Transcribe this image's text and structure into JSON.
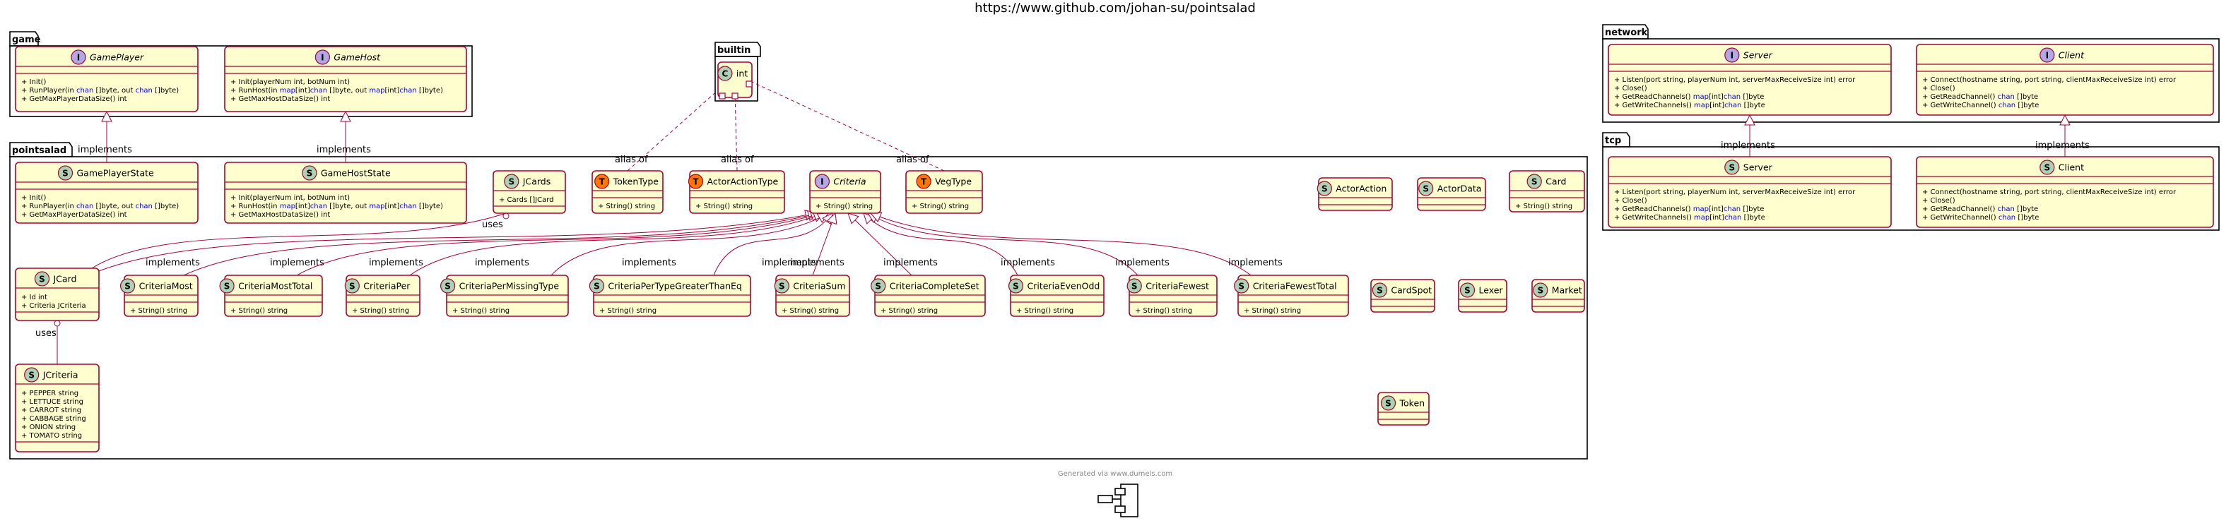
{
  "title": "https://www.github.com/johan-su/pointsalad",
  "footer": "Generated via www.dumels.com",
  "colors": {
    "border": "#A80036",
    "fill": "#FEFECE",
    "pkg_border": "#000000",
    "stereo_S": "#ADD1B2",
    "stereo_I": "#B4A7E5",
    "stereo_T": "#FF7700",
    "stereo_C": "#ADD1B2",
    "type_blue": "#0000FF",
    "edge": "#A80036"
  },
  "packages": [
    {
      "id": "game",
      "name": "game"
    },
    {
      "id": "builtin",
      "name": "builtin"
    },
    {
      "id": "network",
      "name": "network"
    },
    {
      "id": "pointsalad",
      "name": "pointsalad"
    },
    {
      "id": "tcp",
      "name": "tcp"
    }
  ],
  "classes": [
    {
      "id": "GamePlayer",
      "stereo": "I",
      "name": "GamePlayer",
      "abstract": true,
      "fields": [],
      "methods": [
        [
          {
            "t": "+ Init()"
          }
        ],
        [
          {
            "t": "+ RunPlayer(in "
          },
          {
            "t": "chan",
            "c": "blue"
          },
          {
            "t": " []byte, out "
          },
          {
            "t": "chan",
            "c": "blue"
          },
          {
            "t": " []byte)"
          }
        ],
        [
          {
            "t": "+ GetMaxPlayerDataSize() int"
          }
        ]
      ]
    },
    {
      "id": "GameHost",
      "stereo": "I",
      "name": "GameHost",
      "abstract": true,
      "fields": [],
      "methods": [
        [
          {
            "t": "+ Init(playerNum int, botNum int)"
          }
        ],
        [
          {
            "t": "+ RunHost(in "
          },
          {
            "t": "map",
            "c": "blue"
          },
          {
            "t": "[int]"
          },
          {
            "t": "chan",
            "c": "blue"
          },
          {
            "t": " []byte, out "
          },
          {
            "t": "map",
            "c": "blue"
          },
          {
            "t": "[int]"
          },
          {
            "t": "chan",
            "c": "blue"
          },
          {
            "t": " []byte)"
          }
        ],
        [
          {
            "t": "+ GetMaxHostDataSize() int"
          }
        ]
      ]
    },
    {
      "id": "int",
      "stereo": "C",
      "name": "int",
      "abstract": false,
      "fields": [],
      "methods": []
    },
    {
      "id": "Server",
      "stereo": "I",
      "name": "Server",
      "abstract": true,
      "fields": [],
      "methods": [
        [
          {
            "t": "+ Listen(port string, playerNum int, serverMaxReceiveSize int) error"
          }
        ],
        [
          {
            "t": "+ Close()"
          }
        ],
        [
          {
            "t": "+ GetReadChannels() "
          },
          {
            "t": "map",
            "c": "blue"
          },
          {
            "t": "[int]"
          },
          {
            "t": "chan",
            "c": "blue"
          },
          {
            "t": " []byte"
          }
        ],
        [
          {
            "t": "+ GetWriteChannels() "
          },
          {
            "t": "map",
            "c": "blue"
          },
          {
            "t": "[int]"
          },
          {
            "t": "chan",
            "c": "blue"
          },
          {
            "t": " []byte"
          }
        ]
      ]
    },
    {
      "id": "Client",
      "stereo": "I",
      "name": "Client",
      "abstract": true,
      "fields": [],
      "methods": [
        [
          {
            "t": "+ Connect(hostname string, port string, clientMaxReceiveSize int) error"
          }
        ],
        [
          {
            "t": "+ Close()"
          }
        ],
        [
          {
            "t": "+ GetReadChannel() "
          },
          {
            "t": "chan",
            "c": "blue"
          },
          {
            "t": " []byte"
          }
        ],
        [
          {
            "t": "+ GetWriteChannel() "
          },
          {
            "t": "chan",
            "c": "blue"
          },
          {
            "t": " []byte"
          }
        ]
      ]
    },
    {
      "id": "GamePlayerState",
      "stereo": "S",
      "name": "GamePlayerState",
      "abstract": false,
      "fields": [],
      "methods": [
        [
          {
            "t": "+ Init()"
          }
        ],
        [
          {
            "t": "+ RunPlayer(in "
          },
          {
            "t": "chan",
            "c": "blue"
          },
          {
            "t": " []byte, out "
          },
          {
            "t": "chan",
            "c": "blue"
          },
          {
            "t": " []byte)"
          }
        ],
        [
          {
            "t": "+ GetMaxPlayerDataSize() int"
          }
        ]
      ]
    },
    {
      "id": "GameHostState",
      "stereo": "S",
      "name": "GameHostState",
      "abstract": false,
      "fields": [],
      "methods": [
        [
          {
            "t": "+ Init(playerNum int, botNum int)"
          }
        ],
        [
          {
            "t": "+ RunHost(in "
          },
          {
            "t": "map",
            "c": "blue"
          },
          {
            "t": "[int]"
          },
          {
            "t": "chan",
            "c": "blue"
          },
          {
            "t": " []byte, out "
          },
          {
            "t": "map",
            "c": "blue"
          },
          {
            "t": "[int]"
          },
          {
            "t": "chan",
            "c": "blue"
          },
          {
            "t": " []byte)"
          }
        ],
        [
          {
            "t": "+ GetMaxHostDataSize() int"
          }
        ]
      ]
    },
    {
      "id": "JCards",
      "stereo": "S",
      "name": "JCards",
      "abstract": false,
      "fields": [
        [
          {
            "t": "+ Cards []JCard"
          }
        ]
      ],
      "methods": []
    },
    {
      "id": "TokenType",
      "stereo": "T",
      "name": "TokenType",
      "abstract": false,
      "fields": [],
      "methods": [
        [
          {
            "t": "+ String() string"
          }
        ]
      ]
    },
    {
      "id": "ActorActionType",
      "stereo": "T",
      "name": "ActorActionType",
      "abstract": false,
      "fields": [],
      "methods": [
        [
          {
            "t": "+ String() string"
          }
        ]
      ]
    },
    {
      "id": "Criteria",
      "stereo": "I",
      "name": "Criteria",
      "abstract": true,
      "fields": [],
      "methods": [
        [
          {
            "t": "+ String() string"
          }
        ]
      ]
    },
    {
      "id": "VegType",
      "stereo": "T",
      "name": "VegType",
      "abstract": false,
      "fields": [],
      "methods": [
        [
          {
            "t": "+ String() string"
          }
        ]
      ]
    },
    {
      "id": "ActorAction",
      "stereo": "S",
      "name": "ActorAction",
      "abstract": false,
      "fields": [],
      "methods": []
    },
    {
      "id": "ActorData",
      "stereo": "S",
      "name": "ActorData",
      "abstract": false,
      "fields": [],
      "methods": []
    },
    {
      "id": "Card",
      "stereo": "S",
      "name": "Card",
      "abstract": false,
      "fields": [],
      "methods": [
        [
          {
            "t": "+ String() string"
          }
        ]
      ]
    },
    {
      "id": "JCard",
      "stereo": "S",
      "name": "JCard",
      "abstract": false,
      "fields": [
        [
          {
            "t": "+ Id int"
          }
        ],
        [
          {
            "t": "+ Criteria JCriteria"
          }
        ]
      ],
      "methods": []
    },
    {
      "id": "CriteriaMost",
      "stereo": "S",
      "name": "CriteriaMost",
      "abstract": false,
      "fields": [],
      "methods": [
        [
          {
            "t": "+ String() string"
          }
        ]
      ]
    },
    {
      "id": "CriteriaMostTotal",
      "stereo": "S",
      "name": "CriteriaMostTotal",
      "abstract": false,
      "fields": [],
      "methods": [
        [
          {
            "t": "+ String() string"
          }
        ]
      ]
    },
    {
      "id": "CriteriaPer",
      "stereo": "S",
      "name": "CriteriaPer",
      "abstract": false,
      "fields": [],
      "methods": [
        [
          {
            "t": "+ String() string"
          }
        ]
      ]
    },
    {
      "id": "CriteriaPerMissingType",
      "stereo": "S",
      "name": "CriteriaPerMissingType",
      "abstract": false,
      "fields": [],
      "methods": [
        [
          {
            "t": "+ String() string"
          }
        ]
      ]
    },
    {
      "id": "CriteriaPerTypeGreaterThanEq",
      "stereo": "S",
      "name": "CriteriaPerTypeGreaterThanEq",
      "abstract": false,
      "fields": [],
      "methods": [
        [
          {
            "t": "+ String() string"
          }
        ]
      ]
    },
    {
      "id": "CriteriaSum",
      "stereo": "S",
      "name": "CriteriaSum",
      "abstract": false,
      "fields": [],
      "methods": [
        [
          {
            "t": "+ String() string"
          }
        ]
      ]
    },
    {
      "id": "CriteriaCompleteSet",
      "stereo": "S",
      "name": "CriteriaCompleteSet",
      "abstract": false,
      "fields": [],
      "methods": [
        [
          {
            "t": "+ String() string"
          }
        ]
      ]
    },
    {
      "id": "CriteriaEvenOdd",
      "stereo": "S",
      "name": "CriteriaEvenOdd",
      "abstract": false,
      "fields": [],
      "methods": [
        [
          {
            "t": "+ String() string"
          }
        ]
      ]
    },
    {
      "id": "CriteriaFewest",
      "stereo": "S",
      "name": "CriteriaFewest",
      "abstract": false,
      "fields": [],
      "methods": [
        [
          {
            "t": "+ String() string"
          }
        ]
      ]
    },
    {
      "id": "CriteriaFewestTotal",
      "stereo": "S",
      "name": "CriteriaFewestTotal",
      "abstract": false,
      "fields": [],
      "methods": [
        [
          {
            "t": "+ String() string"
          }
        ]
      ]
    },
    {
      "id": "CardSpot",
      "stereo": "S",
      "name": "CardSpot",
      "abstract": false,
      "fields": [],
      "methods": []
    },
    {
      "id": "Lexer",
      "stereo": "S",
      "name": "Lexer",
      "abstract": false,
      "fields": [],
      "methods": []
    },
    {
      "id": "Market",
      "stereo": "S",
      "name": "Market",
      "abstract": false,
      "fields": [],
      "methods": []
    },
    {
      "id": "JCriteria",
      "stereo": "S",
      "name": "JCriteria",
      "abstract": false,
      "fields": [
        [
          {
            "t": "+ PEPPER string"
          }
        ],
        [
          {
            "t": "+ LETTUCE string"
          }
        ],
        [
          {
            "t": "+ CARROT string"
          }
        ],
        [
          {
            "t": "+ CABBAGE string"
          }
        ],
        [
          {
            "t": "+ ONION string"
          }
        ],
        [
          {
            "t": "+ TOMATO string"
          }
        ]
      ],
      "methods": []
    },
    {
      "id": "Token",
      "stereo": "S",
      "name": "Token",
      "abstract": false,
      "fields": [],
      "methods": []
    },
    {
      "id": "ServerImpl",
      "stereo": "S",
      "name": "Server",
      "abstract": false,
      "fields": [],
      "methods": [
        [
          {
            "t": "+ Listen(port string, playerNum int, serverMaxReceiveSize int) error"
          }
        ],
        [
          {
            "t": "+ Close()"
          }
        ],
        [
          {
            "t": "+ GetReadChannels() "
          },
          {
            "t": "map",
            "c": "blue"
          },
          {
            "t": "[int]"
          },
          {
            "t": "chan",
            "c": "blue"
          },
          {
            "t": " []byte"
          }
        ],
        [
          {
            "t": "+ GetWriteChannels() "
          },
          {
            "t": "map",
            "c": "blue"
          },
          {
            "t": "[int]"
          },
          {
            "t": "chan",
            "c": "blue"
          },
          {
            "t": " []byte"
          }
        ]
      ]
    },
    {
      "id": "ClientImpl",
      "stereo": "S",
      "name": "Client",
      "abstract": false,
      "fields": [],
      "methods": [
        [
          {
            "t": "+ Connect(hostname string, port string, clientMaxReceiveSize int) error"
          }
        ],
        [
          {
            "t": "+ Close()"
          }
        ],
        [
          {
            "t": "+ GetReadChannel() "
          },
          {
            "t": "chan",
            "c": "blue"
          },
          {
            "t": " []byte"
          }
        ],
        [
          {
            "t": "+ GetWriteChannel() "
          },
          {
            "t": "chan",
            "c": "blue"
          },
          {
            "t": " []byte"
          }
        ]
      ]
    }
  ],
  "edges": [
    {
      "from": "GamePlayerState",
      "to": "GamePlayer",
      "kind": "implements",
      "label": "implements"
    },
    {
      "from": "GameHostState",
      "to": "GameHost",
      "kind": "implements",
      "label": "implements"
    },
    {
      "from": "ServerImpl",
      "to": "Server",
      "kind": "implements",
      "label": "implements"
    },
    {
      "from": "ClientImpl",
      "to": "Client",
      "kind": "implements",
      "label": "implements"
    },
    {
      "from": "TokenType",
      "to": "int",
      "kind": "alias",
      "label": "alias of"
    },
    {
      "from": "ActorActionType",
      "to": "int",
      "kind": "alias",
      "label": "alias of"
    },
    {
      "from": "VegType",
      "to": "int",
      "kind": "alias",
      "label": "alias of"
    },
    {
      "from": "JCard",
      "to": "JCards",
      "kind": "uses",
      "label": "uses"
    },
    {
      "from": "JCriteria",
      "to": "JCard",
      "kind": "uses",
      "label": "uses"
    },
    {
      "from": "JCard",
      "to": "Criteria",
      "kind": "implements",
      "label": "implements"
    },
    {
      "from": "CriteriaMost",
      "to": "Criteria",
      "kind": "implements",
      "label": "implements"
    },
    {
      "from": "CriteriaMostTotal",
      "to": "Criteria",
      "kind": "implements",
      "label": "implements"
    },
    {
      "from": "CriteriaPer",
      "to": "Criteria",
      "kind": "implements",
      "label": "implements"
    },
    {
      "from": "CriteriaPerMissingType",
      "to": "Criteria",
      "kind": "implements",
      "label": "implements"
    },
    {
      "from": "CriteriaPerTypeGreaterThanEq",
      "to": "Criteria",
      "kind": "implements",
      "label": "implements"
    },
    {
      "from": "CriteriaSum",
      "to": "Criteria",
      "kind": "implements",
      "label": "implements"
    },
    {
      "from": "CriteriaCompleteSet",
      "to": "Criteria",
      "kind": "implements",
      "label": "implements"
    },
    {
      "from": "CriteriaEvenOdd",
      "to": "Criteria",
      "kind": "implements",
      "label": "implements"
    },
    {
      "from": "CriteriaFewest",
      "to": "Criteria",
      "kind": "implements",
      "label": "implements"
    },
    {
      "from": "CriteriaFewestTotal",
      "to": "Criteria",
      "kind": "implements",
      "label": "implements"
    }
  ]
}
